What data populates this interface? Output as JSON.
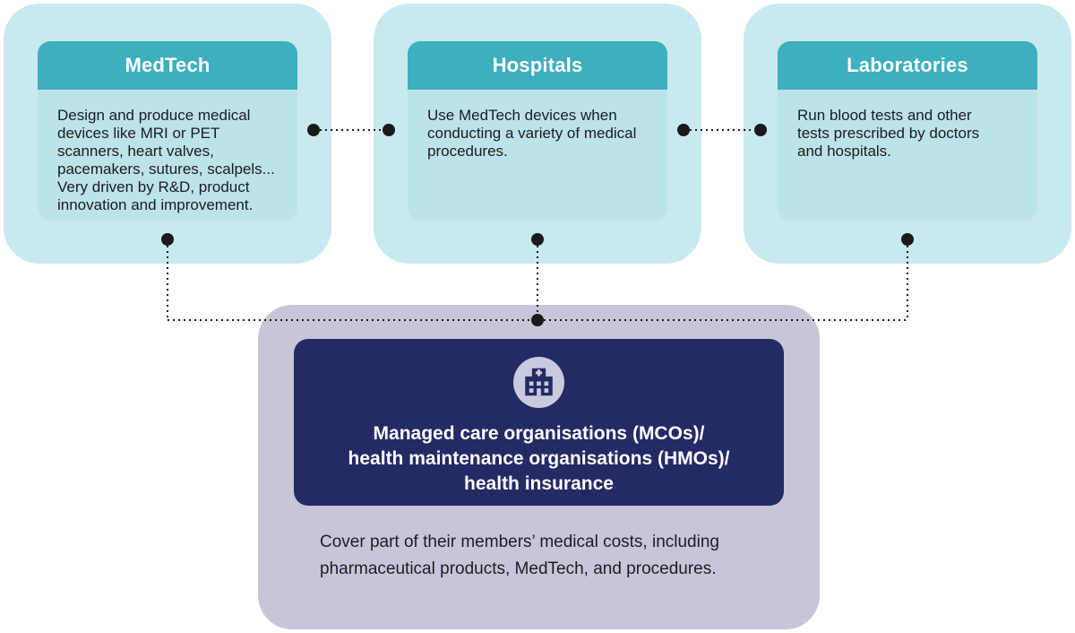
{
  "diagram": {
    "cards": [
      {
        "title": "MedTech",
        "body": "Design and produce medical\ndevices like MRI or PET\nscanners, heart valves,\npacemakers, sutures, scalpels...\nVery driven by R&D, product\ninnovation and improvement."
      },
      {
        "title": "Hospitals",
        "body": "Use MedTech devices when\nconducting a variety of medical\nprocedures."
      },
      {
        "title": "Laboratories",
        "body": "Run blood tests and other\ntests prescribed by doctors\nand hospitals."
      }
    ],
    "payer": {
      "icon": "hospital-building-icon",
      "title": "Managed care organisations (MCOs)/\nhealth maintenance organisations (HMOs)/\nhealth insurance",
      "body": "Cover part of their members’ medical costs, including\npharmaceutical products, MedTech, and procedures."
    },
    "colors": {
      "card_background": "#c8e9ef",
      "card_header_teal": "#3dafbf",
      "card_body_background": "#bce3ea",
      "payer_background": "#c7c6d9",
      "payer_header_navy": "#242a64",
      "icon_circle": "#c9cade",
      "connector_black": "#1a1a1a",
      "text_dark": "#1c1c1c",
      "text_light": "#ffffff"
    }
  }
}
